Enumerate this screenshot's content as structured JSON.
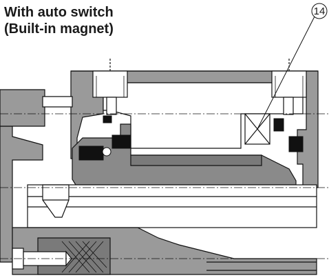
{
  "title": {
    "line1": "With auto switch",
    "line2": "(Built-in magnet)"
  },
  "callouts": [
    {
      "number": "14"
    }
  ],
  "colors": {
    "body_section": "#9a9a9a",
    "dark_section": "#6e6e6e",
    "seal_black": "#111111",
    "background": "#ffffff",
    "line": "#111111"
  }
}
